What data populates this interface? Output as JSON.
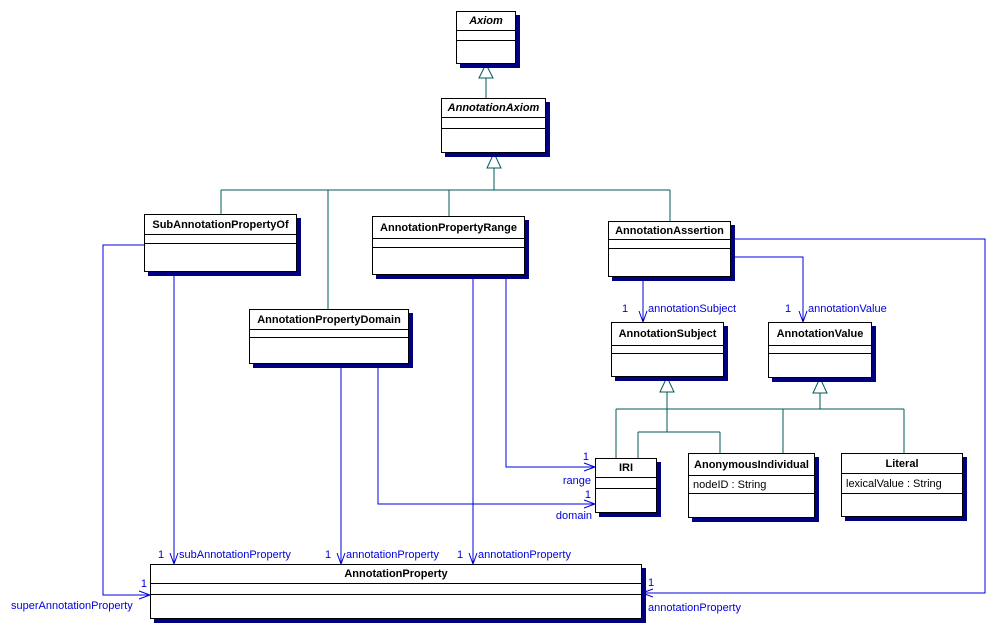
{
  "classes": {
    "axiom": {
      "name": "Axiom",
      "abstract": true
    },
    "annotation_axiom": {
      "name": "AnnotationAxiom",
      "abstract": true
    },
    "sub_annotation_property_of": {
      "name": "SubAnnotationPropertyOf"
    },
    "annotation_property_range": {
      "name": "AnnotationPropertyRange"
    },
    "annotation_assertion": {
      "name": "AnnotationAssertion"
    },
    "annotation_property_domain": {
      "name": "AnnotationPropertyDomain"
    },
    "annotation_subject": {
      "name": "AnnotationSubject"
    },
    "annotation_value": {
      "name": "AnnotationValue"
    },
    "iri": {
      "name": "IRI"
    },
    "anonymous_individual": {
      "name": "AnonymousIndividual",
      "attribute": "nodeID : String"
    },
    "literal": {
      "name": "Literal",
      "attribute": "lexicalValue : String"
    },
    "annotation_property": {
      "name": "AnnotationProperty"
    }
  },
  "labels": {
    "sub_annotation_property": {
      "mult": "1",
      "text": "subAnnotationProperty"
    },
    "annotation_property_domain": {
      "mult": "1",
      "text": "annotationProperty"
    },
    "annotation_property_range": {
      "mult": "1",
      "text": "annotationProperty"
    },
    "annotation_subject": {
      "mult": "1",
      "text": "annotationSubject"
    },
    "annotation_value": {
      "mult": "1",
      "text": "annotationValue"
    },
    "range": {
      "mult": "1",
      "text": "range"
    },
    "domain": {
      "mult": "1",
      "text": "domain"
    },
    "super_annotation_property": {
      "mult": "1",
      "text": "superAnnotationProperty"
    },
    "annotation_property_assertion": {
      "mult": "1",
      "text": "annotationProperty"
    }
  },
  "colors": {
    "generalization_line": "#005a5a",
    "association_line": "#0000dd",
    "box_shadow": "#000080",
    "box_border": "#000000",
    "background": "#ffffff"
  }
}
